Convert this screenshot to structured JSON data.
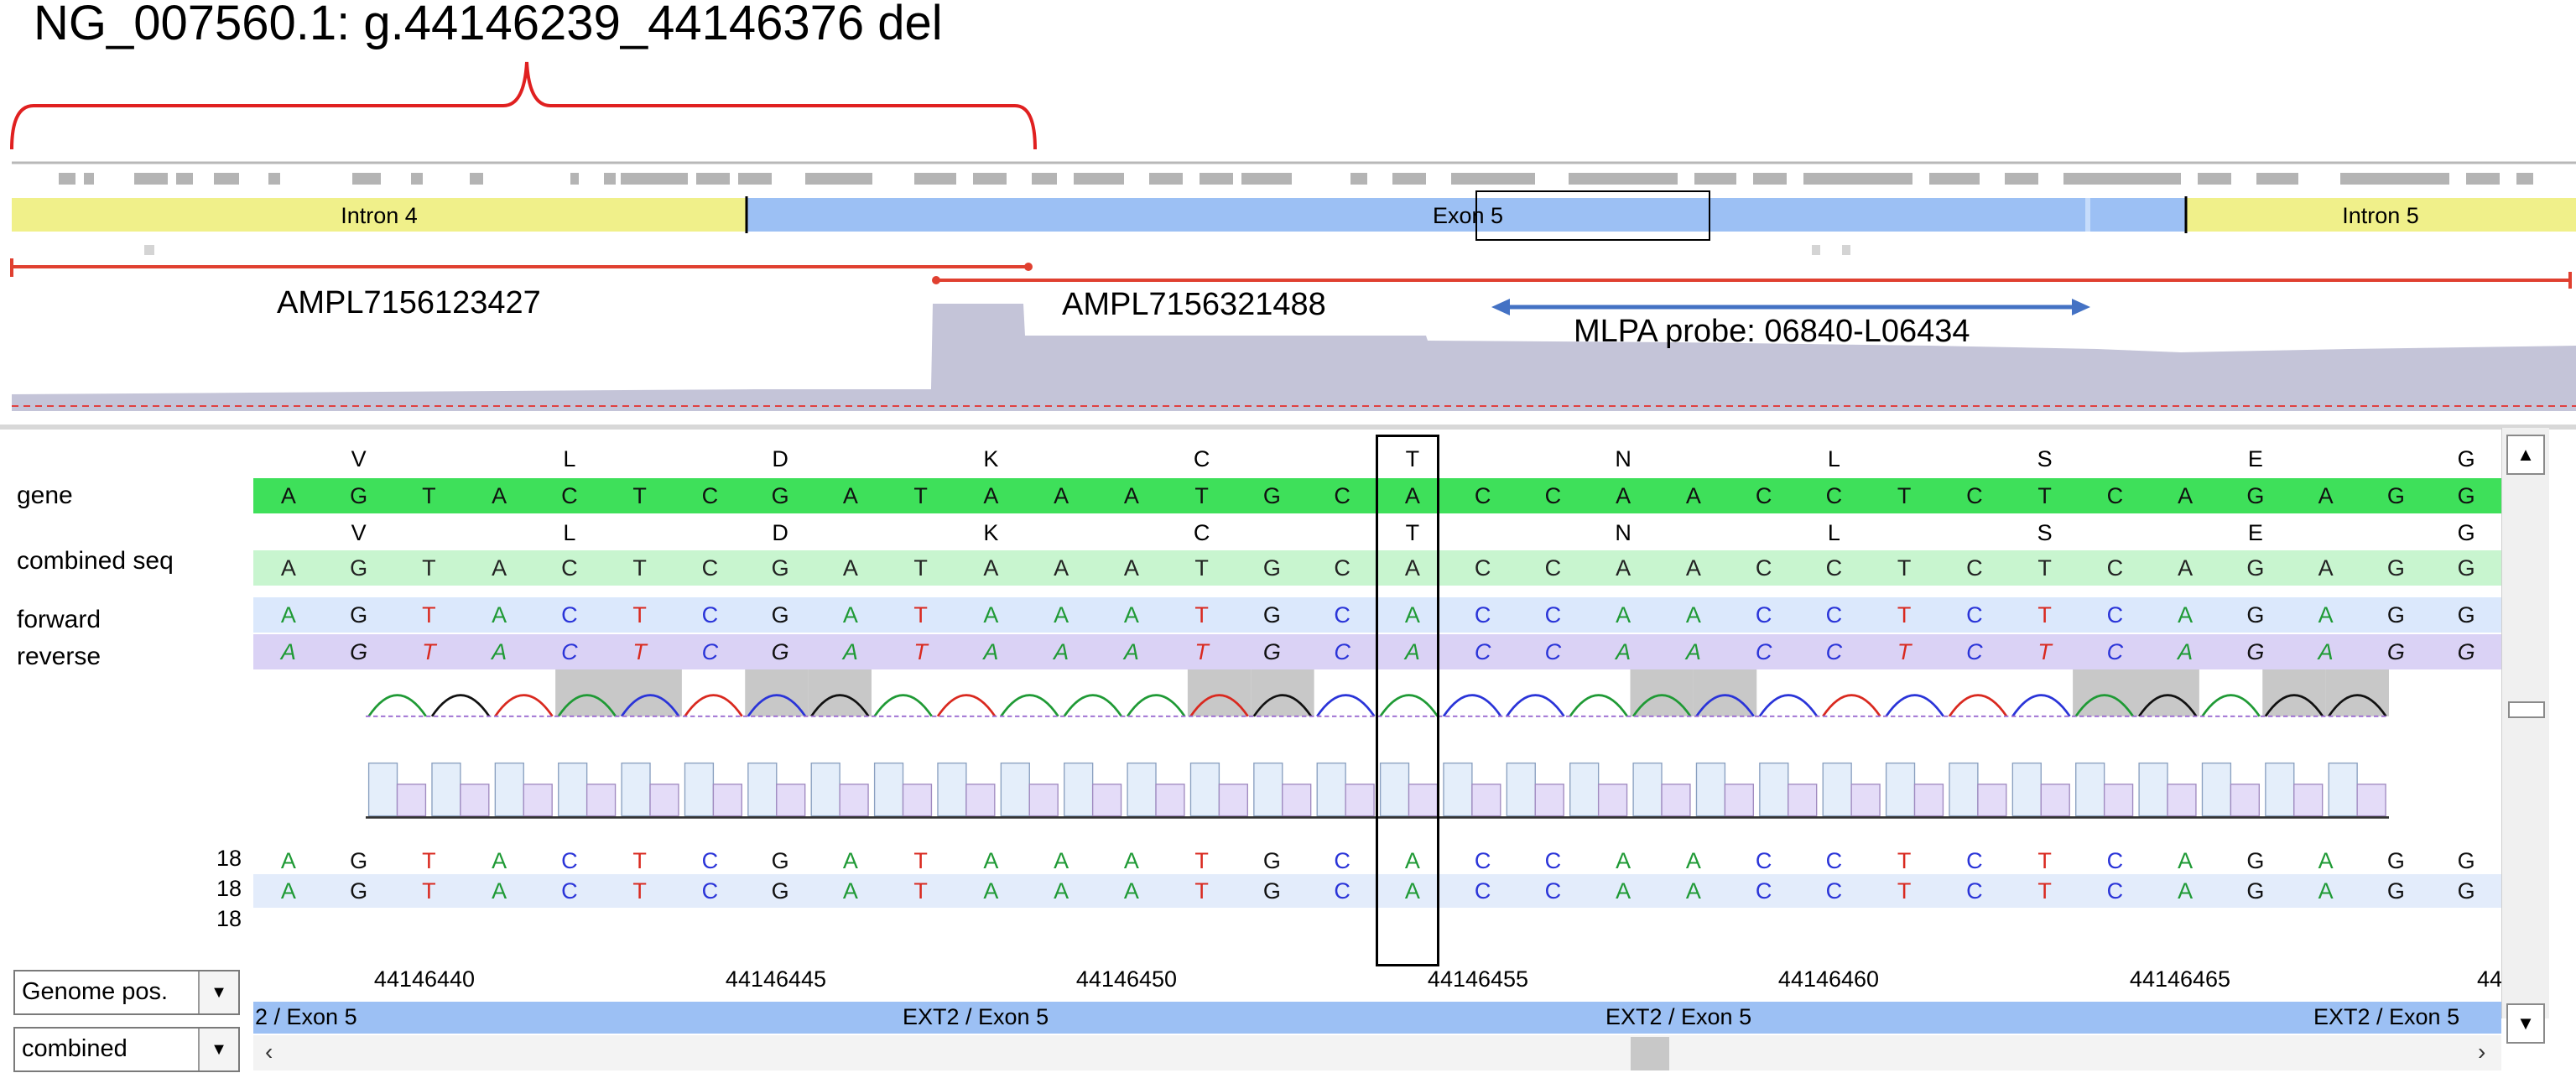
{
  "title": "NG_007560.1: g.44146239_44146376 del",
  "amplicons": [
    "AMPL7156123427",
    "AMPL7156321488"
  ],
  "mlpa_label": "MLPA probe: 06840-L06434",
  "regions": [
    "Intron 4",
    "Exon 5",
    "Intron 5"
  ],
  "row_labels": {
    "gene": "gene",
    "combined": "combined seq",
    "forward": "forward",
    "reverse": "reverse"
  },
  "amino_acids": [
    "V",
    "L",
    "D",
    "K",
    "C",
    "T",
    "N",
    "L",
    "S",
    "E",
    "G"
  ],
  "bases_ref": "AGTACTCGATAAATGCACCAACCTCTCAGAGG",
  "bases_read2": "AGTACTCGATAAATGCACCAACCTCTCAGAGG",
  "read_counts": [
    "18",
    "18",
    "18"
  ],
  "positions": [
    "44146440",
    "44146445",
    "44146450",
    "44146455",
    "44146460",
    "44146465",
    "44"
  ],
  "exon_labels": [
    "2 / Exon 5",
    "EXT2 / Exon 5",
    "EXT2 / Exon 5",
    "EXT2 / Exon 5"
  ],
  "dropdowns": {
    "coordinate": "Genome pos.",
    "view": "combined"
  },
  "colors": {
    "A": "#1f9a35",
    "C": "#2a34d8",
    "G": "#111111",
    "T": "#d9291f",
    "gene_row": "#3ee05a",
    "exon": "#9cc0f4",
    "intron": "#f0f08a"
  }
}
